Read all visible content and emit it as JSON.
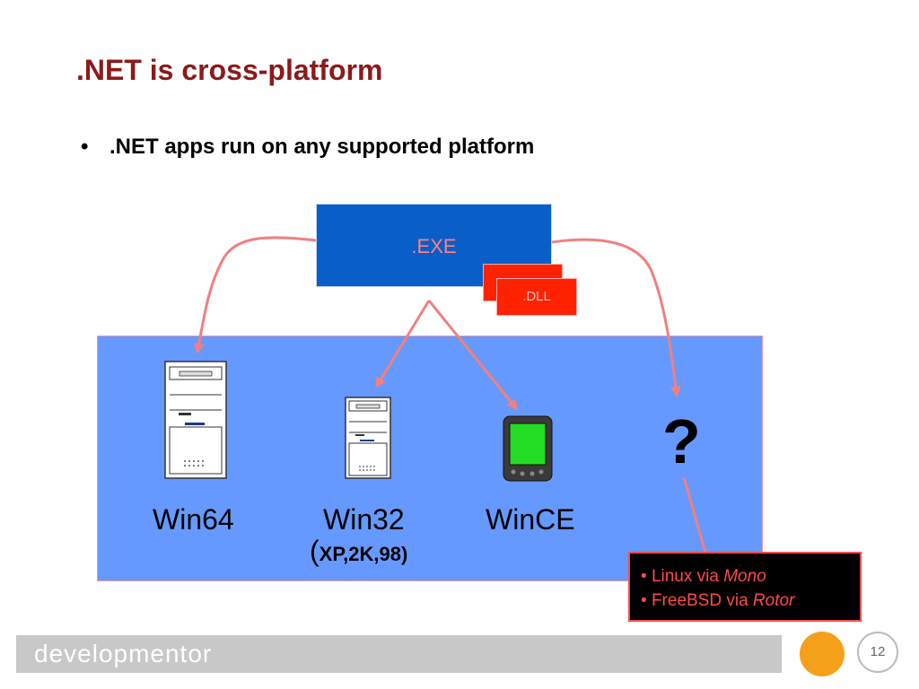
{
  "slide": {
    "title": ".NET is cross-platform",
    "bullet": ".NET apps run on any supported platform",
    "exe_label": ".EXE",
    "dll_label": ".DLL",
    "platforms": {
      "win64": "Win64",
      "win32": "Win32",
      "win32_versions": "XP,2K,98",
      "paren_open": "(",
      "paren_close": ")",
      "wince": "WinCE",
      "unknown": "?"
    },
    "legend": [
      {
        "prefix": "Linux via ",
        "name": "Mono"
      },
      {
        "prefix": "FreeBSD via ",
        "name": "Rotor"
      }
    ],
    "bullet_glyph": "•"
  },
  "footer": {
    "brand": "developmentor",
    "page_number": "12"
  },
  "colors": {
    "title": "#8b1a1a",
    "platform_box": "#6699ff",
    "exe": "#0a5ec8",
    "dll": "#ff2200",
    "arrow": "#f08080",
    "legend_text": "#ff4a4a"
  },
  "icons": {
    "server_large": "server-tower-icon",
    "server_small": "server-tower-icon",
    "pda": "pda-device-icon",
    "footer_logo": "paper-plane-icon"
  }
}
